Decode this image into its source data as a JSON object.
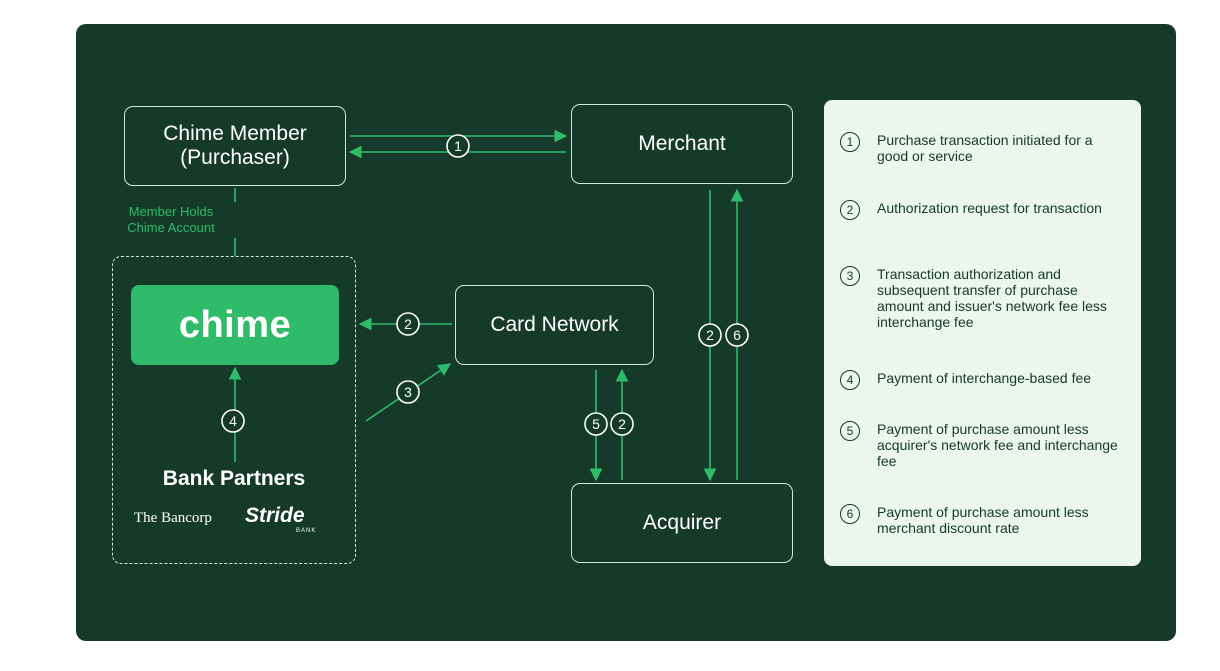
{
  "nodes": {
    "chime_member": [
      "Chime Member",
      "(Purchaser)"
    ],
    "merchant": "Merchant",
    "card_network": "Card Network",
    "acquirer": "Acquirer"
  },
  "member_holds_label": [
    "Member Holds",
    "Chime Account"
  ],
  "chime_logo_text": "chime",
  "bank_partners": {
    "title": "Bank Partners",
    "logos": [
      "The Bancorp",
      "Stride",
      "BANK"
    ]
  },
  "step_markers": [
    "1",
    "2",
    "2",
    "6",
    "3",
    "4",
    "5",
    "2"
  ],
  "legend": [
    {
      "num": "1",
      "text": "Purchase transaction initiated for a good or service"
    },
    {
      "num": "2",
      "text": "Authorization request for transaction"
    },
    {
      "num": "3",
      "text": "Transaction authorization and subsequent transfer of purchase amount and issuer's network fee less interchange fee"
    },
    {
      "num": "4",
      "text": "Payment of interchange-based fee"
    },
    {
      "num": "5",
      "text": "Payment of purchase amount less acquirer's network fee and interchange fee"
    },
    {
      "num": "6",
      "text": "Payment of purchase amount less merchant discount rate"
    }
  ],
  "colors": {
    "background": "#163a2a",
    "accent": "#2fbb6a",
    "line": "#2fbb6a",
    "box_border": "#cfe9d6",
    "legend_bg": "#eaf6ee"
  }
}
